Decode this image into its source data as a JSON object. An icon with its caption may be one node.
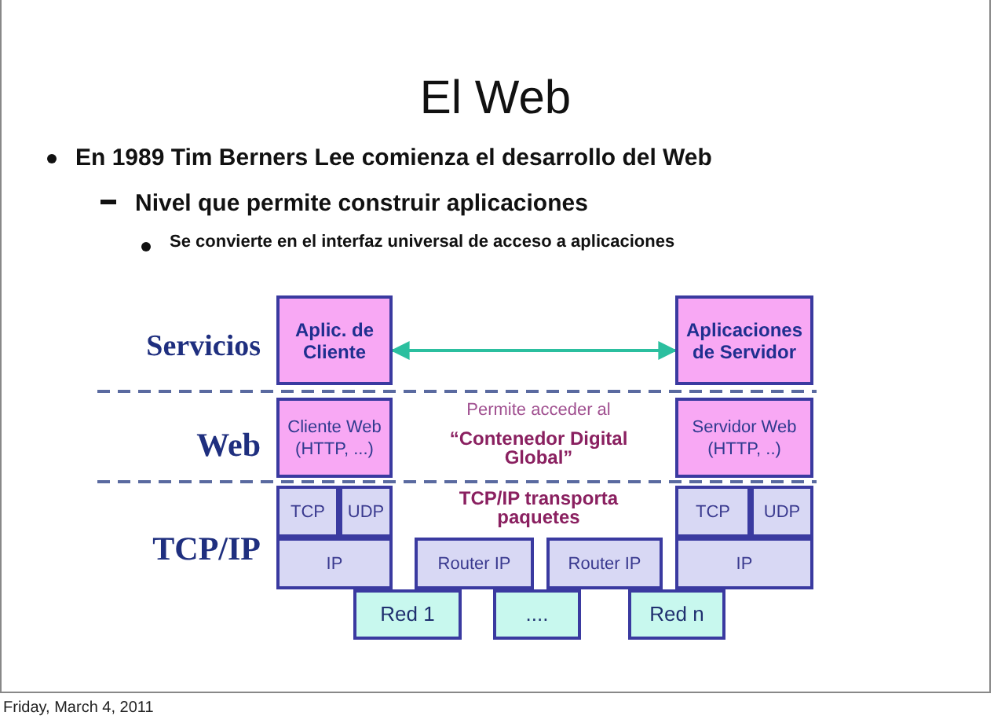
{
  "diagram": {
    "title": "El Web",
    "nodes": [
      {
        "text": [
          "Aplic. de Cliente"
        ]
      },
      {
        "text": [
          "Aplicaciones de Servidor"
        ]
      },
      {
        "text": [
          "Cliente Web (HTTP, ...)"
        ]
      },
      {
        "text": [
          "Servidor Web (HTTP, ..)"
        ]
      },
      {
        "text": [
          "TCP"
        ]
      },
      {
        "text": [
          "UDP"
        ]
      },
      {
        "text": [
          "IP"
        ]
      },
      {
        "text": [
          "Router IP"
        ]
      },
      {
        "text": [
          "Router IP"
        ]
      },
      {
        "text": [
          "TCP"
        ]
      },
      {
        "text": [
          "UDP"
        ]
      },
      {
        "text": [
          "IP"
        ]
      },
      {
        "text": [
          "Red 1"
        ]
      },
      {
        "text": [
          "...."
        ]
      },
      {
        "text": [
          "Red n"
        ]
      }
    ],
    "edges": [
      {
        "from": 0,
        "to": 1,
        "arrow": "both",
        "color": "#2bbf9f"
      }
    ],
    "labels": [
      "En 1989 Tim Berners Lee comienza el desarrollo del Web",
      "Nivel que permite construir aplicaciones",
      "Se convierte en el interfaz universal de acceso a aplicaciones",
      "Servicios",
      "Permite acceder al",
      "Web",
      "“Contenedor Digital Global”",
      "TCP/IP transporta paquetes",
      "TCP/IP",
      "Friday, March 4, 2011"
    ]
  }
}
